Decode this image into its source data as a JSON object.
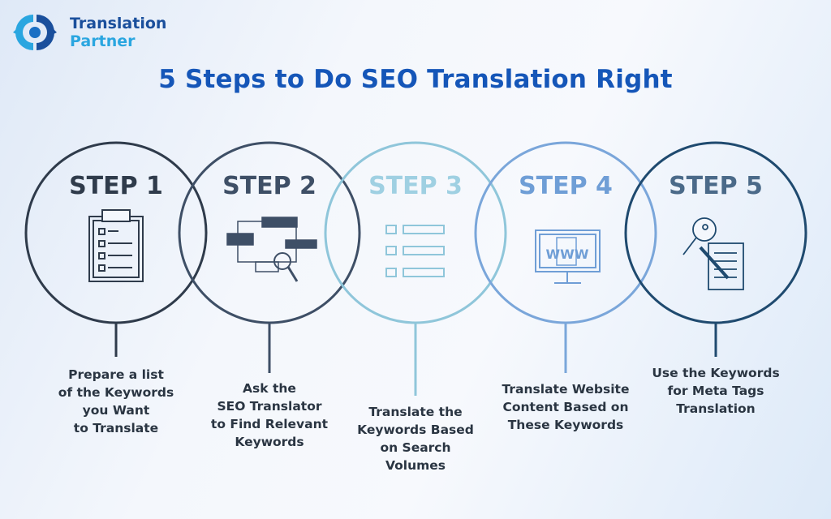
{
  "logo": {
    "line1": "Translation",
    "line2": "Partner"
  },
  "title": "5 Steps to Do SEO Translation Right",
  "steps": [
    {
      "label": "STEP 1",
      "icon": "clipboard-checklist-icon",
      "color": "#2f3b4b",
      "text_color": "#2f3b4b",
      "lines": [
        "Prepare a list",
        "of the Keywords",
        "you Want",
        "to Translate"
      ]
    },
    {
      "label": "STEP 2",
      "icon": "monitor-search-icon",
      "color": "#3e4f66",
      "text_color": "#3e4f66",
      "lines": [
        "Ask the",
        "SEO Translator",
        "to Find Relevant",
        "Keywords"
      ]
    },
    {
      "label": "STEP 3",
      "icon": "translate-list-icon",
      "color": "#8fc6da",
      "text_color": "#9fd0e2",
      "lines": [
        "Translate the",
        "Keywords Based",
        "on Search",
        "Volumes"
      ]
    },
    {
      "label": "STEP 4",
      "icon": "www-monitor-icon",
      "color": "#7aa6da",
      "text_color": "#6f9ed6",
      "lines": [
        "Translate Website",
        "Content Based on",
        "These Keywords"
      ]
    },
    {
      "label": "STEP 5",
      "icon": "key-document-icon",
      "color": "#1f4a6f",
      "text_color": "#4b6a89",
      "lines": [
        "Use the Keywords",
        "for Meta Tags",
        "Translation"
      ]
    }
  ]
}
